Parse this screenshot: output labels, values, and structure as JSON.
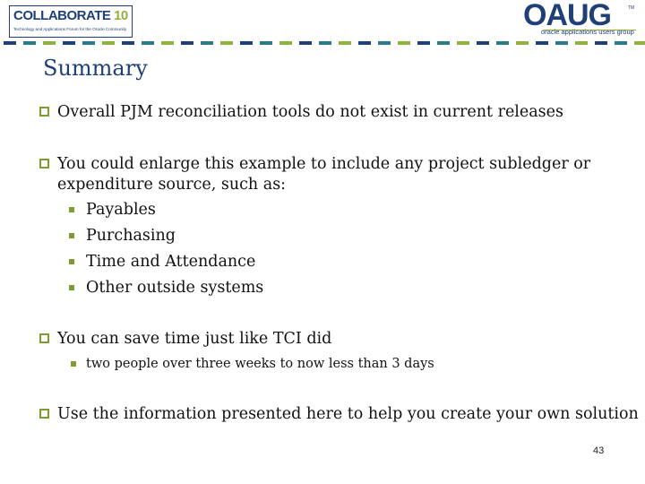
{
  "header": {
    "logo_left_text_a": "COLLABORATE",
    "logo_left_text_b": "10",
    "logo_left_tagline": "Technology and Applications Forum for the Oracle Community",
    "logo_right_text": "OAUG",
    "logo_right_tm": "TM",
    "logo_right_tagline": "oracle applications users group",
    "colors": {
      "navy": "#1f3f77",
      "green": "#8fb23c",
      "teal": "#2b7a8a"
    }
  },
  "slide": {
    "title": "Summary",
    "bullets": [
      {
        "lines": [
          "Overall PJM reconciliation tools do not exist in current releases"
        ]
      },
      {
        "lines": [
          "You could enlarge this example to include any project subledger or",
          "expenditure source, such as:"
        ],
        "subitems": [
          "Payables",
          "Purchasing",
          "Time and Attendance",
          "Other outside systems"
        ]
      },
      {
        "lines": [
          "You can save time just like TCI did"
        ],
        "subitems": [
          "two people over three weeks to now less than 3 days"
        ]
      },
      {
        "lines": [
          "Use the information presented here to help you create your own solution"
        ]
      }
    ],
    "page_number": "43"
  }
}
